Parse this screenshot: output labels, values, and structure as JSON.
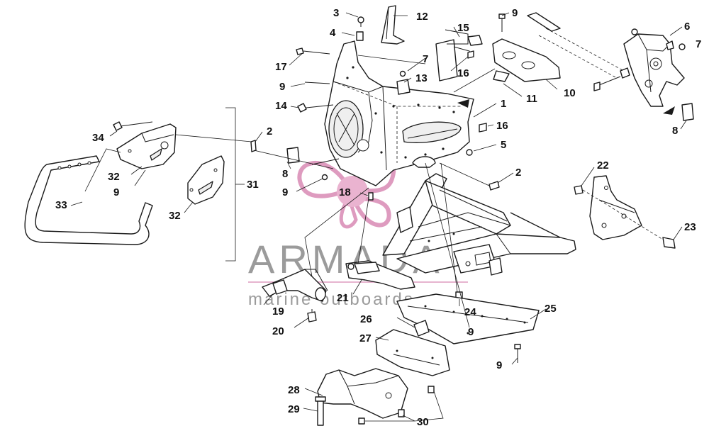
{
  "colors": {
    "line": "#1a1a1a",
    "watermark_gray": "#8a8a8a",
    "watermark_pink": "#d98ab4",
    "watermark_pink_fill": "#e7a6c8",
    "background": "#ffffff"
  },
  "watermark": {
    "brand": "ARMADA",
    "tagline": "marine outboards",
    "logo_icon": "propeller-logo-icon"
  },
  "callouts": [
    {
      "id": "c3",
      "label": "3"
    },
    {
      "id": "c4",
      "label": "4"
    },
    {
      "id": "c12",
      "label": "12"
    },
    {
      "id": "c15",
      "label": "15"
    },
    {
      "id": "c9a",
      "label": "9"
    },
    {
      "id": "c6",
      "label": "6"
    },
    {
      "id": "c7a",
      "label": "7"
    },
    {
      "id": "c17",
      "label": "17"
    },
    {
      "id": "c7b",
      "label": "7"
    },
    {
      "id": "c16a",
      "label": "16"
    },
    {
      "id": "c9b",
      "label": "9"
    },
    {
      "id": "c13",
      "label": "13"
    },
    {
      "id": "c10",
      "label": "10"
    },
    {
      "id": "c11",
      "label": "11"
    },
    {
      "id": "c14",
      "label": "14"
    },
    {
      "id": "c1",
      "label": "1"
    },
    {
      "id": "c16b",
      "label": "16"
    },
    {
      "id": "c8a",
      "label": "8"
    },
    {
      "id": "c2a",
      "label": "2"
    },
    {
      "id": "c34",
      "label": "34"
    },
    {
      "id": "c5",
      "label": "5"
    },
    {
      "id": "c32a",
      "label": "32"
    },
    {
      "id": "c8b",
      "label": "8"
    },
    {
      "id": "c2b",
      "label": "2"
    },
    {
      "id": "c22",
      "label": "22"
    },
    {
      "id": "c9c",
      "label": "9"
    },
    {
      "id": "c31",
      "label": "31"
    },
    {
      "id": "c9d",
      "label": "9"
    },
    {
      "id": "c18",
      "label": "18"
    },
    {
      "id": "c33",
      "label": "33"
    },
    {
      "id": "c32b",
      "label": "32"
    },
    {
      "id": "c23",
      "label": "23"
    },
    {
      "id": "c21",
      "label": "21"
    },
    {
      "id": "c19",
      "label": "19"
    },
    {
      "id": "c24",
      "label": "24"
    },
    {
      "id": "c25",
      "label": "25"
    },
    {
      "id": "c26",
      "label": "26"
    },
    {
      "id": "c9e",
      "label": "9"
    },
    {
      "id": "c20",
      "label": "20"
    },
    {
      "id": "c27",
      "label": "27"
    },
    {
      "id": "c9f",
      "label": "9"
    },
    {
      "id": "c28",
      "label": "28"
    },
    {
      "id": "c29",
      "label": "29"
    },
    {
      "id": "c30",
      "label": "30"
    }
  ]
}
